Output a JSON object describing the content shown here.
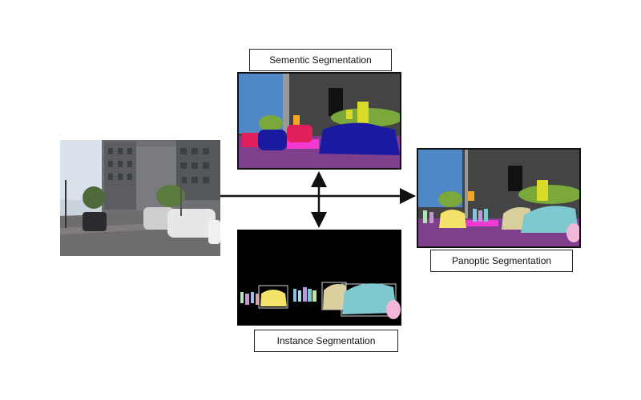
{
  "labels": {
    "semantic": "Sementic Segmentation",
    "instance": "Instance Segmentation",
    "panoptic": "Panoptic Segmentation"
  },
  "colors": {
    "sky": "#4f87c7",
    "building": "#444444",
    "vegetation": "#7aa83a",
    "road": "#7e3f8c",
    "car_semantic": "#1a1aa0",
    "person": "#e0205a",
    "sign": "#dada2a",
    "pole": "#999999",
    "traffic_light": "#f5a623",
    "sidewalk": "#f23ad2",
    "instance_bg": "#000000",
    "car_yellow": "#f3e36a",
    "car_beige": "#d8cf9c",
    "car_teal": "#7ec8d0",
    "car_pink": "#f2b6d8",
    "arrow": "#111111"
  }
}
